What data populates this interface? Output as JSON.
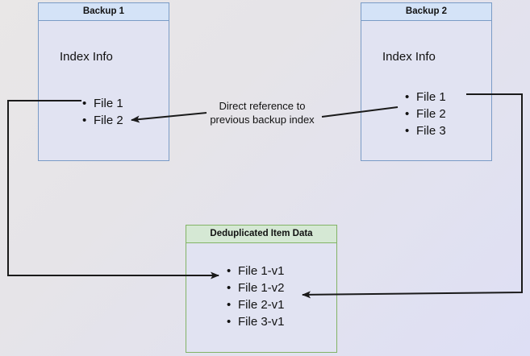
{
  "diagram": {
    "title": "Backup deduplication index reference diagram",
    "background": {
      "from": "#e9e7e7",
      "to": "#dedff5"
    },
    "colors": {
      "blue_border": "#7a9bc6",
      "blue_header": "#d4e3f7",
      "green_border": "#82b366",
      "green_header": "#d5e8d4",
      "body_fill": "#e1e3f2",
      "arrow": "#1a1a1a",
      "text": "#111111"
    },
    "nodes": {
      "backup1": {
        "title": "Backup 1",
        "subtitle": "Index Info",
        "files": [
          "File 1",
          "File 2"
        ]
      },
      "backup2": {
        "title": "Backup 2",
        "subtitle": "Index Info",
        "files": [
          "File 1",
          "File 2",
          "File 3"
        ]
      },
      "dedup": {
        "title": "Deduplicated Item Data",
        "files": [
          "File 1-v1",
          "File 1-v2",
          "File 2-v1",
          "File 3-v1"
        ]
      }
    },
    "edges": {
      "direct_reference": {
        "label": "Direct reference to\nprevious backup index",
        "from": "backup2.File 2",
        "to": "backup1.File 2"
      },
      "backup1_to_dedup": {
        "from": "backup1.File 1",
        "to": "dedup.File 1-v1"
      },
      "backup2_to_dedup": {
        "from": "backup2.File 1",
        "to": "dedup.File 1-v2"
      }
    }
  }
}
